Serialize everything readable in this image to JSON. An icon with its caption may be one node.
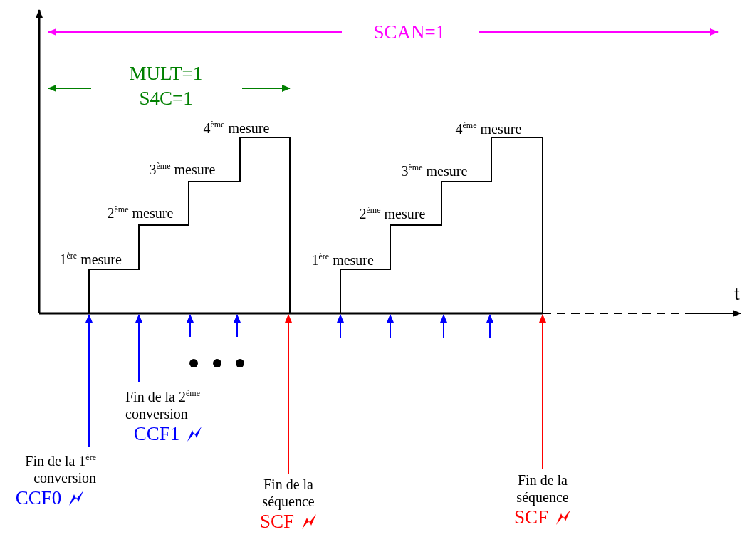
{
  "diagram": {
    "nodes": [
      {
        "text": [
          "Fin de la 1$^{ère}$ conversion",
          "CCF0"
        ]
      },
      {
        "text": [
          "Fin de la 2$^{ème}$ conversion",
          "CCF1"
        ]
      },
      {
        "text": [
          "Fin de la séquence",
          "SCF"
        ]
      },
      {
        "text": [
          "Fin de la séquence",
          "SCF"
        ]
      },
      {
        "text": [],
        "shape": "line",
        "beside": [
          "t"
        ]
      }
    ],
    "edges": [
      {
        "from": 0,
        "to": 4,
        "arrow": "to",
        "color": "#0000ff"
      },
      {
        "from": 1,
        "to": 4,
        "arrow": "to",
        "color": "#0000ff"
      },
      {
        "from": 2,
        "to": 4,
        "arrow": "to",
        "color": "#ff0000"
      },
      {
        "from": 3,
        "to": 4,
        "arrow": "to",
        "color": "#ff0000"
      },
      {
        "from": null,
        "to": 4,
        "arrow": "to",
        "color": "#0000ff"
      },
      {
        "from": null,
        "to": 4,
        "arrow": "to",
        "color": "#0000ff"
      },
      {
        "from": null,
        "to": 4,
        "arrow": "to",
        "color": "#0000ff"
      },
      {
        "from": null,
        "to": 4,
        "arrow": "to",
        "color": "#0000ff"
      },
      {
        "from": null,
        "to": 4,
        "arrow": "to",
        "color": "#0000ff"
      },
      {
        "from": null,
        "to": 4,
        "arrow": "to",
        "color": "#0000ff"
      }
    ],
    "labels": [
      "SCAN=1",
      "MULT=1",
      "S4C=1",
      "4$^{ème}$ mesure",
      "4$^{ème}$ mesure",
      "3$^{ème}$ mesure",
      "3$^{ème}$ mesure",
      "2$^{ème}$ mesure",
      "2$^{ème}$ mesure",
      "1$^{ère}$ mesure",
      "1$^{ère}$ mesure"
    ]
  }
}
